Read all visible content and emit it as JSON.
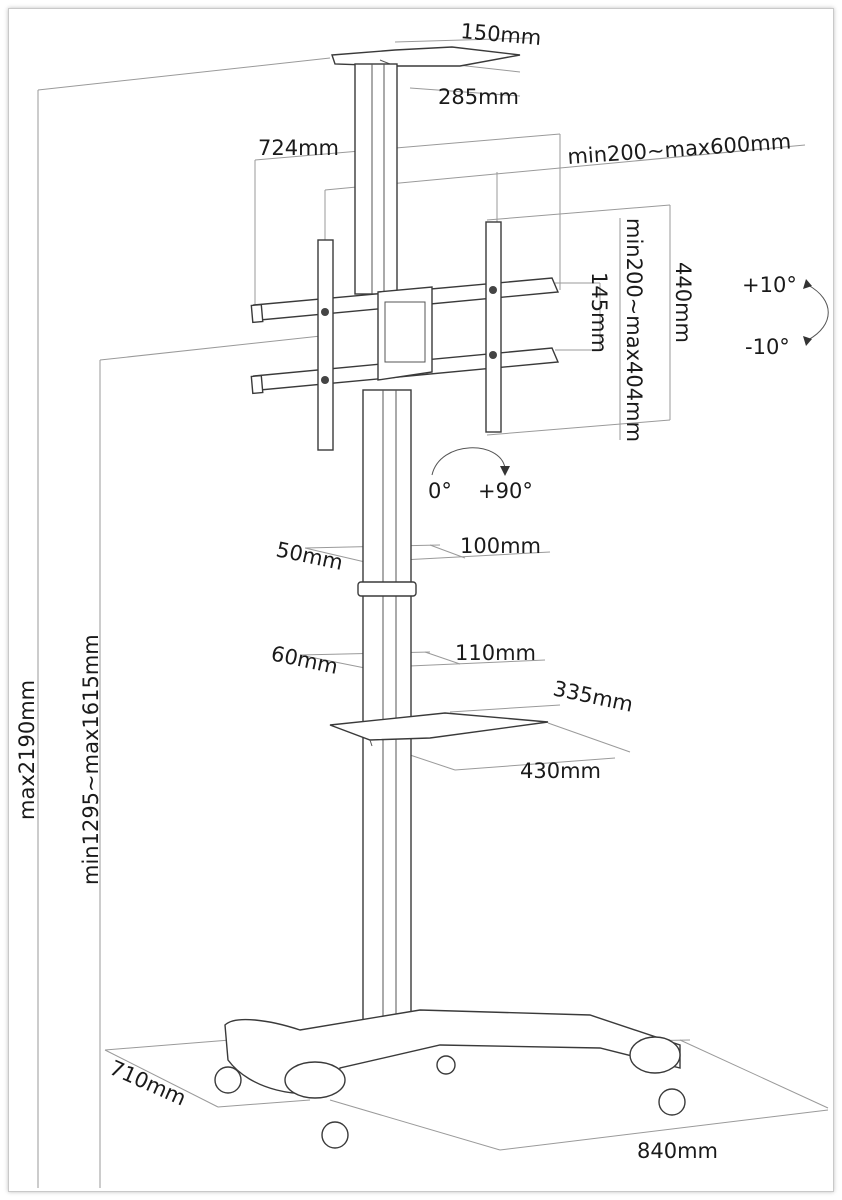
{
  "dimensions": {
    "top_plate_width": "150mm",
    "top_plate_depth": "285mm",
    "bracket_width": "724mm",
    "vesa_horizontal": "min200~max600mm",
    "bracket_height": "440mm",
    "vesa_vertical": "min200~max404mm",
    "rail_spacing": "145mm",
    "tilt_up": "+10°",
    "tilt_down": "-10°",
    "rotate_start": "0°",
    "rotate_end": "+90°",
    "upper_pole_depth": "50mm",
    "upper_pole_width": "100mm",
    "lower_pole_depth": "60mm",
    "lower_pole_width": "110mm",
    "shelf_depth": "335mm",
    "shelf_width": "430mm",
    "total_height": "max2190mm",
    "mount_height": "min1295~max1615mm",
    "base_depth": "710mm",
    "base_width": "840mm"
  }
}
